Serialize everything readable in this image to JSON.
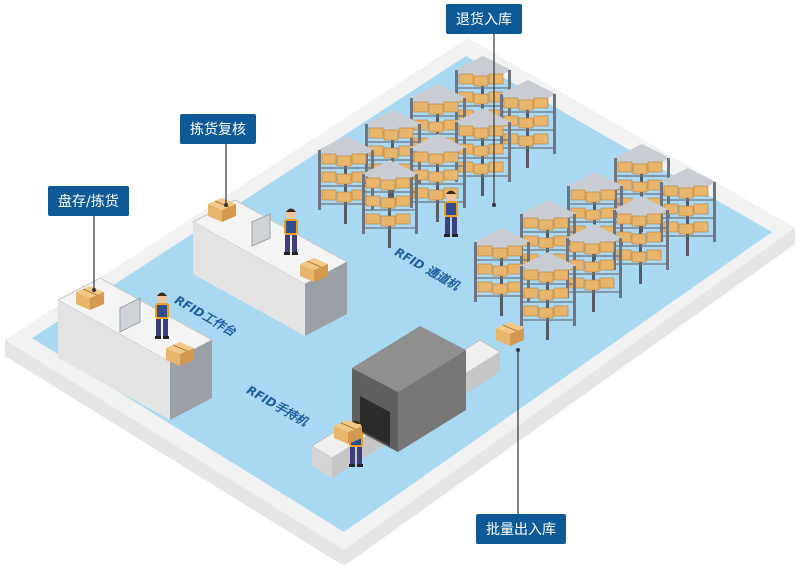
{
  "callouts": {
    "return_in": "退货入库",
    "pick_review": "拣货复核",
    "inventory_pick": "盘存/拣货",
    "batch_out_in": "批量出入库"
  },
  "zones": {
    "rfid_workstation": "RFID工作台",
    "rfid_handheld": "RFID手持机",
    "rfid_gate": "RFID 通道机"
  },
  "colors": {
    "floor": "#a9d8f2",
    "floor_edge": "#e6e6e6",
    "brand": "#0e5a97",
    "box": "#e8b56d",
    "worker_shirt": "#f39c12",
    "worker_pants": "#3d3f7a"
  }
}
